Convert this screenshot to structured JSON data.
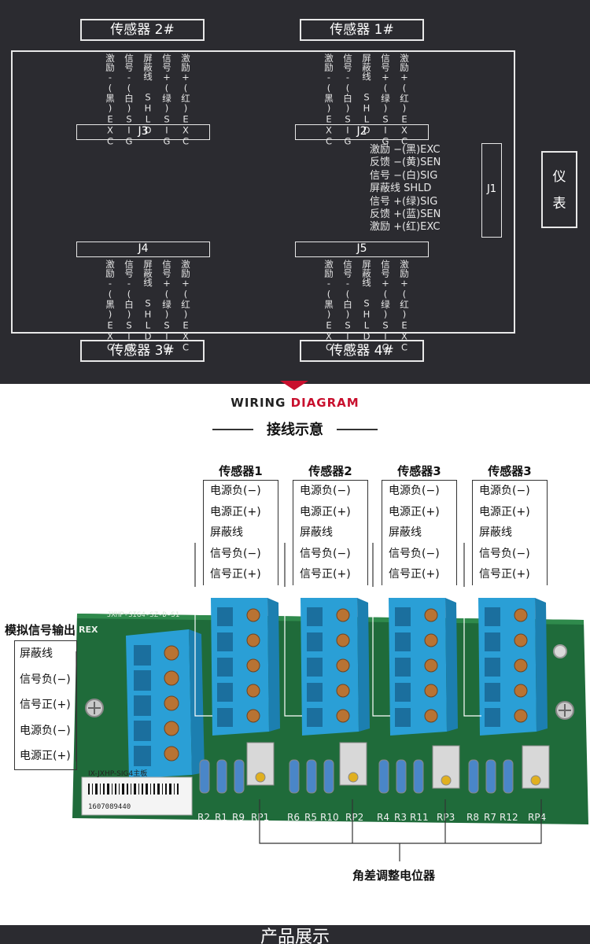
{
  "top": {
    "sensor_labels": [
      "传感器 2#",
      "传感器 1#",
      "传感器 3#",
      "传感器 4#"
    ],
    "connectors": [
      "J3",
      "J2",
      "J4",
      "J5",
      "J1"
    ],
    "pin_labels": [
      "激励-(黑)EXC",
      "信号-(白)SIG",
      "屏蔽线 SHLD",
      "信号+(绿)SIG",
      "激励+(红)EXC"
    ],
    "j1_pins": [
      "激励 −(黑)EXC",
      "反馈 −(黄)SEN",
      "信号 −(白)SIG",
      "屏蔽线    SHLD",
      "信号 +(绿)SIG",
      "反馈 +(蓝)SEN",
      "激励 +(红)EXC"
    ],
    "meter": [
      "仪",
      "表"
    ]
  },
  "title": {
    "en_part1": "WIRING ",
    "en_part2": "DIAGRAM",
    "cn": "接线示意"
  },
  "wiring": {
    "groups": [
      {
        "head": "传感器1",
        "items": [
          "电源负(−)",
          "电源正(+)",
          "屏蔽线",
          "信号负(−)",
          "信号正(+)"
        ]
      },
      {
        "head": "传感器2",
        "items": [
          "电源负(−)",
          "电源正(+)",
          "屏蔽线",
          "信号负(−)",
          "信号正(+)"
        ]
      },
      {
        "head": "传感器3",
        "items": [
          "电源负(−)",
          "电源正(+)",
          "屏蔽线",
          "信号负(−)",
          "信号正(+)"
        ]
      },
      {
        "head": "传感器3",
        "items": [
          "电源负(−)",
          "电源正(+)",
          "屏蔽线",
          "信号负(−)",
          "信号正(+)"
        ]
      }
    ],
    "output_title": "模拟信号输出",
    "output_items": [
      "屏蔽线",
      "信号负(−)",
      "信号正(+)",
      "电源负(−)",
      "电源正(+)"
    ],
    "pot_label": "角差调整电位器"
  },
  "pcb": {
    "model_text": "JXHP-SIG4-SZ-D-S1",
    "brand_text": "REX",
    "sticker_text": "IX-JXHP-SIG4主板",
    "barcode_number": "1607089440",
    "component_labels": [
      "R2",
      "R1",
      "R9",
      "RP1",
      "R6",
      "R5",
      "R10",
      "RP2",
      "R4",
      "R3",
      "R11",
      "RP3",
      "R8",
      "R7",
      "R12",
      "RP4"
    ],
    "colors": {
      "board": "#1f6b3a",
      "terminal": "#2a9fd6",
      "screw": "#b87333"
    }
  },
  "footer": {
    "text": "产品展示"
  }
}
